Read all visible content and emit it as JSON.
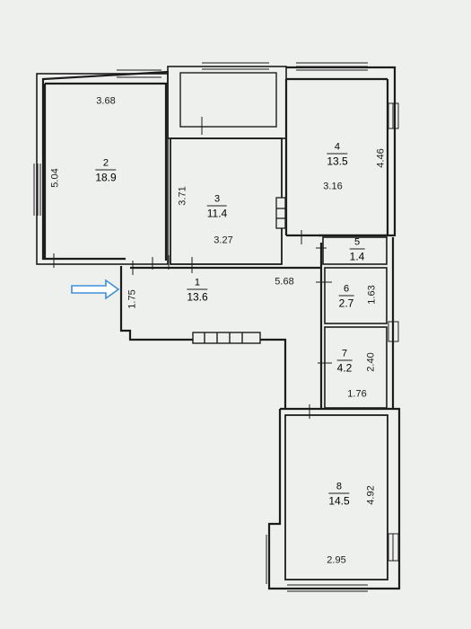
{
  "plan": {
    "rooms": [
      {
        "number": "1",
        "area": "13.6"
      },
      {
        "number": "2",
        "area": "18.9"
      },
      {
        "number": "3",
        "area": "11.4"
      },
      {
        "number": "4",
        "area": "13.5"
      },
      {
        "number": "5",
        "area": "1.4"
      },
      {
        "number": "6",
        "area": "2.7"
      },
      {
        "number": "7",
        "area": "4.2"
      },
      {
        "number": "8",
        "area": "14.5"
      }
    ],
    "dimensions": {
      "room2_width": "3.68",
      "room2_height": "5.04",
      "room3_height": "3.71",
      "room3_width": "3.27",
      "room4_height": "4.46",
      "room4_width": "3.16",
      "hall_length": "5.68",
      "hall_depth": "1.75",
      "room6_height": "1.63",
      "room7_height": "2.40",
      "room7_width": "1.76",
      "room8_height": "4.92",
      "room8_width": "2.95"
    },
    "entrance_marker": "arrow-icon",
    "colors": {
      "paper": "#eef0ee",
      "wall": "#1c1c1c",
      "arrow": "#3f8fd8"
    }
  }
}
